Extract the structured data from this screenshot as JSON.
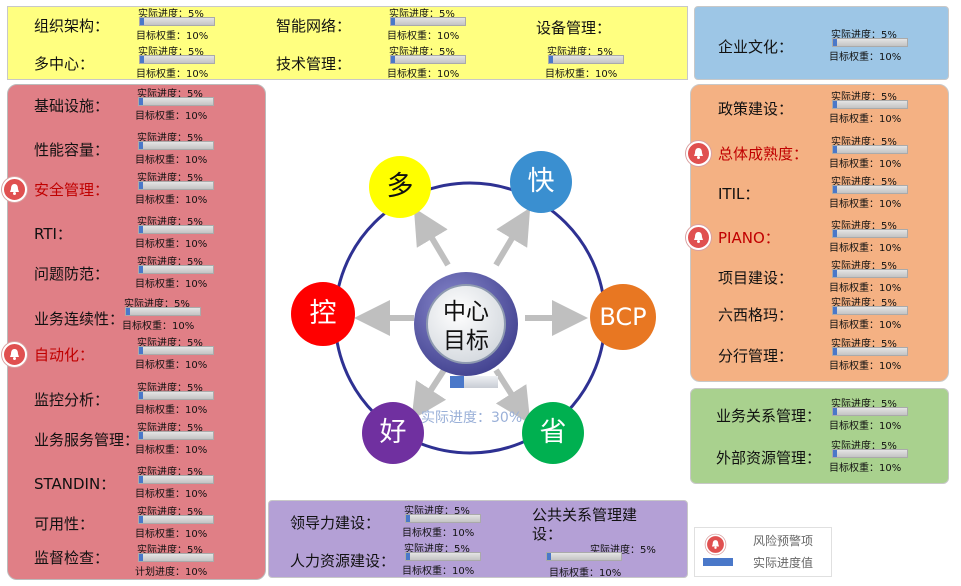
{
  "progress_text": "实际进度：5%",
  "weight_text": "目标权重：10%",
  "plan_text": "计划进度：10%",
  "progress_value": 0.05,
  "top_items": [
    {
      "label": "组织架构：",
      "warn": false
    },
    {
      "label": "智能网络：",
      "warn": false
    },
    {
      "label": "设备管理：",
      "warn": false
    },
    {
      "label": "多中心：",
      "warn": false
    },
    {
      "label": "技术管理：",
      "warn": false
    },
    {
      "label": "",
      "warn": false
    }
  ],
  "culture_item": {
    "label": "企业文化：",
    "warn": false
  },
  "left_items": [
    {
      "label": "基础设施：",
      "warn": false
    },
    {
      "label": "性能容量：",
      "warn": false
    },
    {
      "label": "安全管理：",
      "warn": true
    },
    {
      "label": "RTI：",
      "warn": false
    },
    {
      "label": "问题防范：",
      "warn": false
    },
    {
      "label": "业务连续性：",
      "warn": false
    },
    {
      "label": "自动化：",
      "warn": true
    },
    {
      "label": "监控分析：",
      "warn": false
    },
    {
      "label": "业务服务管理：",
      "warn": false
    },
    {
      "label": "STANDIN：",
      "warn": false
    },
    {
      "label": "可用性：",
      "warn": false
    },
    {
      "label": "监督检查：",
      "warn": false
    }
  ],
  "right_items": [
    {
      "label": "政策建设：",
      "warn": false
    },
    {
      "label": "总体成熟度：",
      "warn": true
    },
    {
      "label": "ITIL：",
      "warn": false
    },
    {
      "label": "PIANO：",
      "warn": true
    },
    {
      "label": "项目建设：",
      "warn": false
    },
    {
      "label": "六西格玛：",
      "warn": false
    },
    {
      "label": "分行管理：",
      "warn": false
    }
  ],
  "green_items": [
    {
      "label": "业务关系管理：",
      "warn": false
    },
    {
      "label": "外部资源管理：",
      "warn": false
    }
  ],
  "purple_items": [
    {
      "label": "领导力建设：",
      "warn": false
    },
    {
      "label": "公共关系管理建设：",
      "warn": false
    },
    {
      "label": "人力资源建设：",
      "warn": false
    }
  ],
  "hub": {
    "center_title_line1": "中心",
    "center_title_line2": "目标",
    "center_progress": "实际进度：30%",
    "center_progress_value": 0.3,
    "nodes": [
      {
        "label": "多",
        "color": "#ffff00",
        "text_color": "#111111"
      },
      {
        "label": "快",
        "color": "#3a8fd0",
        "text_color": "#ffffff"
      },
      {
        "label": "BCP",
        "color": "#e87722",
        "text_color": "#ffffff"
      },
      {
        "label": "省",
        "color": "#00b050",
        "text_color": "#ffffff"
      },
      {
        "label": "好",
        "color": "#7030a0",
        "text_color": "#ffffff"
      },
      {
        "label": "控",
        "color": "#ff0000",
        "text_color": "#ffffff"
      }
    ]
  },
  "legend": {
    "warning_label": "风险预警项",
    "progress_label": "实际进度值"
  },
  "colors": {
    "warning": "#c00000",
    "bar_fill": "#4a78c9",
    "panel_top": "#ffff80",
    "panel_culture": "#9dc6e6",
    "panel_left": "#e07f86",
    "panel_right": "#f4b183",
    "panel_green": "#a9d18e",
    "panel_purple": "#b4a0d6"
  }
}
